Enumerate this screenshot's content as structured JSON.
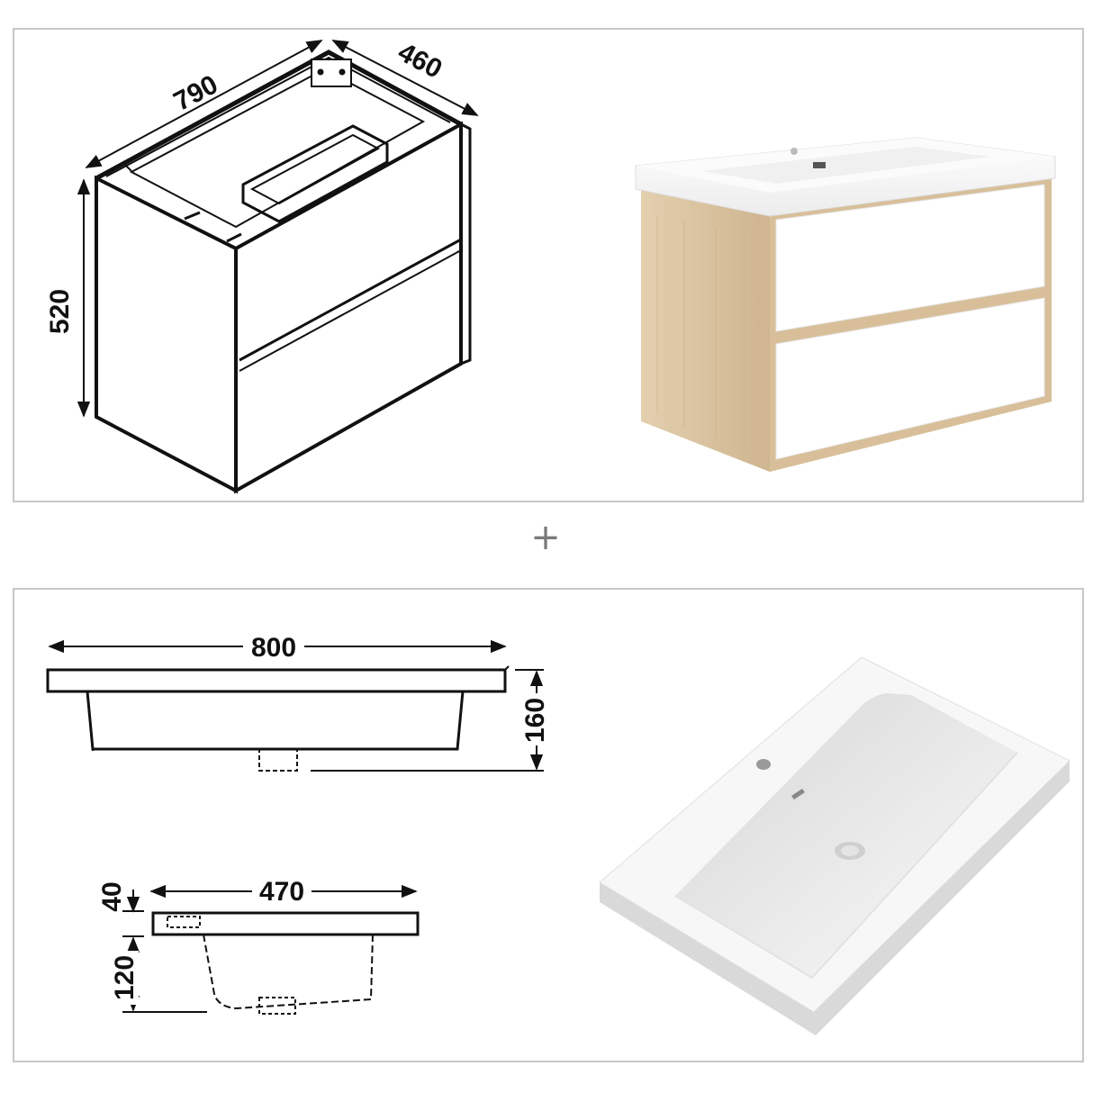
{
  "top_panel": {
    "cabinet_drawing": {
      "width_label": "790",
      "depth_label": "460",
      "height_label": "520"
    },
    "cabinet_render": {
      "body_color": "#d9c2a0",
      "front_color": "#ffffff"
    }
  },
  "separator": {
    "symbol": "+"
  },
  "bottom_panel": {
    "basin_front_view": {
      "width_label": "800",
      "height_label": "160"
    },
    "basin_side_view": {
      "depth_label": "470",
      "rim_label": "40",
      "bowl_label": "120"
    },
    "basin_render": {
      "color": "#f4f4f4"
    }
  }
}
